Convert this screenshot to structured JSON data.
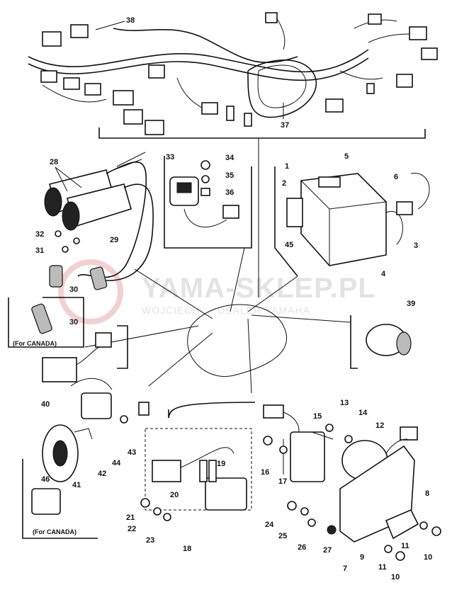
{
  "watermark": {
    "brand": "YAMA-SKLEP.PL",
    "tagline": "WOJCIECH ... DEALER YAMAHA"
  },
  "labels": {
    "p38": "38",
    "p37": "37",
    "p28": "28",
    "p29": "29",
    "p30a": "30",
    "p30b": "30",
    "p31": "31",
    "p32": "32",
    "p33": "33",
    "p34": "34",
    "p35": "35",
    "p36": "36",
    "p1": "1",
    "p2": "2",
    "p3": "3",
    "p4": "4",
    "p5": "5",
    "p6": "6",
    "p45": "45",
    "p39": "39",
    "p40": "40",
    "p41": "41",
    "p42": "42",
    "p43": "43",
    "p44": "44",
    "p46": "46",
    "p13": "13",
    "p14": "14",
    "p15": "15",
    "p12": "12",
    "p16": "16",
    "p17": "17",
    "p18": "18",
    "p19": "19",
    "p20": "20",
    "p21": "21",
    "p22": "22",
    "p23": "23",
    "p24": "24",
    "p25": "25",
    "p26": "26",
    "p27": "27",
    "p7": "7",
    "p8": "8",
    "p9": "9",
    "p10": "10",
    "p11a": "11",
    "p11b": "11",
    "p10b": "10"
  },
  "notes": {
    "canada1": "(For CANADA)",
    "canada2": "(For CANADA)"
  }
}
